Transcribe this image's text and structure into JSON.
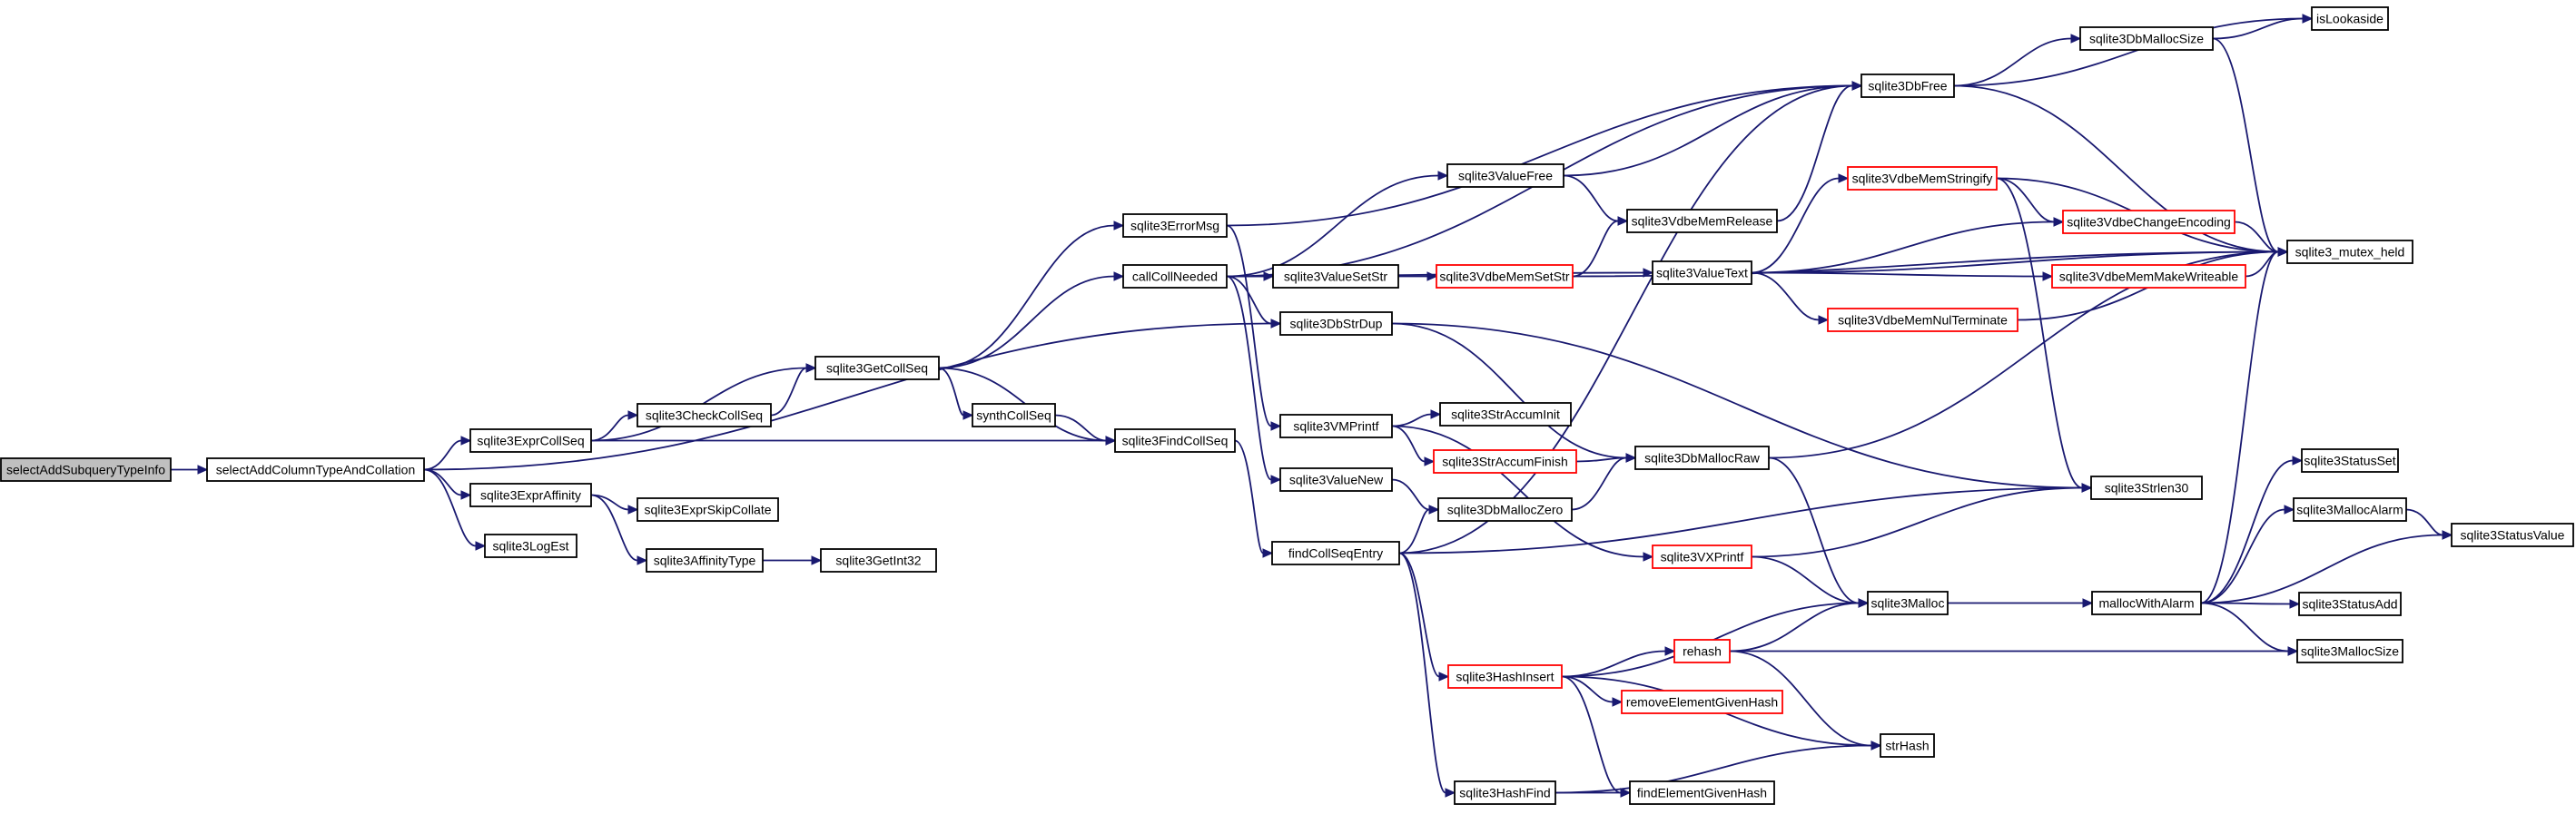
{
  "style": {
    "edge_color": "#191970",
    "node_fill": "#ffffff",
    "selected_fill": "#bfbfbf",
    "normal_border": "#000000",
    "truncated_border": "#ff0000"
  },
  "nodes": [
    {
      "id": "selectAddSubqueryTypeInfo",
      "label": "selectAddSubqueryTypeInfo",
      "kind": "selected"
    },
    {
      "id": "selectAddColumnTypeAndCollation",
      "label": "selectAddColumnTypeAndCollation",
      "kind": "normal"
    },
    {
      "id": "sqlite3ExprCollSeq",
      "label": "sqlite3ExprCollSeq",
      "kind": "normal"
    },
    {
      "id": "sqlite3ExprAffinity",
      "label": "sqlite3ExprAffinity",
      "kind": "normal"
    },
    {
      "id": "sqlite3LogEst",
      "label": "sqlite3LogEst",
      "kind": "normal"
    },
    {
      "id": "sqlite3CheckCollSeq",
      "label": "sqlite3CheckCollSeq",
      "kind": "normal"
    },
    {
      "id": "sqlite3ExprSkipCollate",
      "label": "sqlite3ExprSkipCollate",
      "kind": "normal"
    },
    {
      "id": "sqlite3AffinityType",
      "label": "sqlite3AffinityType",
      "kind": "normal"
    },
    {
      "id": "sqlite3GetInt32",
      "label": "sqlite3GetInt32",
      "kind": "normal"
    },
    {
      "id": "sqlite3GetCollSeq",
      "label": "sqlite3GetCollSeq",
      "kind": "normal"
    },
    {
      "id": "synthCollSeq",
      "label": "synthCollSeq",
      "kind": "normal"
    },
    {
      "id": "sqlite3FindCollSeq",
      "label": "sqlite3FindCollSeq",
      "kind": "normal"
    },
    {
      "id": "sqlite3ErrorMsg",
      "label": "sqlite3ErrorMsg",
      "kind": "normal"
    },
    {
      "id": "callCollNeeded",
      "label": "callCollNeeded",
      "kind": "normal"
    },
    {
      "id": "sqlite3ValueSetStr",
      "label": "sqlite3ValueSetStr",
      "kind": "normal"
    },
    {
      "id": "sqlite3DbStrDup",
      "label": "sqlite3DbStrDup",
      "kind": "normal"
    },
    {
      "id": "sqlite3VMPrintf",
      "label": "sqlite3VMPrintf",
      "kind": "normal"
    },
    {
      "id": "sqlite3ValueNew",
      "label": "sqlite3ValueNew",
      "kind": "normal"
    },
    {
      "id": "findCollSeqEntry",
      "label": "findCollSeqEntry",
      "kind": "normal"
    },
    {
      "id": "sqlite3ValueFree",
      "label": "sqlite3ValueFree",
      "kind": "normal"
    },
    {
      "id": "sqlite3VdbeMemSetStr",
      "label": "sqlite3VdbeMemSetStr",
      "kind": "truncated"
    },
    {
      "id": "sqlite3StrAccumInit",
      "label": "sqlite3StrAccumInit",
      "kind": "normal"
    },
    {
      "id": "sqlite3StrAccumFinish",
      "label": "sqlite3StrAccumFinish",
      "kind": "truncated"
    },
    {
      "id": "sqlite3DbMallocZero",
      "label": "sqlite3DbMallocZero",
      "kind": "normal"
    },
    {
      "id": "sqlite3HashInsert",
      "label": "sqlite3HashInsert",
      "kind": "truncated"
    },
    {
      "id": "sqlite3HashFind",
      "label": "sqlite3HashFind",
      "kind": "normal"
    },
    {
      "id": "sqlite3DbFree",
      "label": "sqlite3DbFree",
      "kind": "normal"
    },
    {
      "id": "sqlite3VdbeMemRelease",
      "label": "sqlite3VdbeMemRelease",
      "kind": "normal"
    },
    {
      "id": "sqlite3ValueText",
      "label": "sqlite3ValueText",
      "kind": "normal"
    },
    {
      "id": "sqlite3DbMallocRaw",
      "label": "sqlite3DbMallocRaw",
      "kind": "normal"
    },
    {
      "id": "sqlite3VXPrintf",
      "label": "sqlite3VXPrintf",
      "kind": "truncated"
    },
    {
      "id": "rehash",
      "label": "rehash",
      "kind": "truncated"
    },
    {
      "id": "removeElementGivenHash",
      "label": "removeElementGivenHash",
      "kind": "truncated"
    },
    {
      "id": "findElementGivenHash",
      "label": "findElementGivenHash",
      "kind": "normal"
    },
    {
      "id": "sqlite3VdbeMemStringify",
      "label": "sqlite3VdbeMemStringify",
      "kind": "truncated"
    },
    {
      "id": "sqlite3VdbeMemNulTerminate",
      "label": "sqlite3VdbeMemNulTerminate",
      "kind": "truncated"
    },
    {
      "id": "sqlite3Malloc",
      "label": "sqlite3Malloc",
      "kind": "normal"
    },
    {
      "id": "strHash",
      "label": "strHash",
      "kind": "normal"
    },
    {
      "id": "sqlite3DbMallocSize",
      "label": "sqlite3DbMallocSize",
      "kind": "normal"
    },
    {
      "id": "sqlite3VdbeChangeEncoding",
      "label": "sqlite3VdbeChangeEncoding",
      "kind": "truncated"
    },
    {
      "id": "sqlite3VdbeMemMakeWriteable",
      "label": "sqlite3VdbeMemMakeWriteable",
      "kind": "truncated"
    },
    {
      "id": "sqlite3Strlen30",
      "label": "sqlite3Strlen30",
      "kind": "normal"
    },
    {
      "id": "mallocWithAlarm",
      "label": "mallocWithAlarm",
      "kind": "normal"
    },
    {
      "id": "isLookaside",
      "label": "isLookaside",
      "kind": "normal"
    },
    {
      "id": "sqlite3_mutex_held",
      "label": "sqlite3_mutex_held",
      "kind": "normal"
    },
    {
      "id": "sqlite3StatusSet",
      "label": "sqlite3StatusSet",
      "kind": "normal"
    },
    {
      "id": "sqlite3MallocAlarm",
      "label": "sqlite3MallocAlarm",
      "kind": "normal"
    },
    {
      "id": "sqlite3StatusAdd",
      "label": "sqlite3StatusAdd",
      "kind": "normal"
    },
    {
      "id": "sqlite3MallocSize",
      "label": "sqlite3MallocSize",
      "kind": "normal"
    },
    {
      "id": "sqlite3StatusValue",
      "label": "sqlite3StatusValue",
      "kind": "normal"
    }
  ],
  "edges": [
    [
      "selectAddSubqueryTypeInfo",
      "selectAddColumnTypeAndCollation"
    ],
    [
      "selectAddColumnTypeAndCollation",
      "sqlite3ExprCollSeq"
    ],
    [
      "selectAddColumnTypeAndCollation",
      "sqlite3ExprAffinity"
    ],
    [
      "selectAddColumnTypeAndCollation",
      "sqlite3LogEst"
    ],
    [
      "selectAddColumnTypeAndCollation",
      "sqlite3DbStrDup"
    ],
    [
      "sqlite3ExprCollSeq",
      "sqlite3GetCollSeq"
    ],
    [
      "sqlite3ExprCollSeq",
      "sqlite3CheckCollSeq"
    ],
    [
      "sqlite3ExprCollSeq",
      "sqlite3FindCollSeq"
    ],
    [
      "sqlite3CheckCollSeq",
      "sqlite3GetCollSeq"
    ],
    [
      "sqlite3ExprAffinity",
      "sqlite3ExprSkipCollate"
    ],
    [
      "sqlite3ExprAffinity",
      "sqlite3AffinityType"
    ],
    [
      "sqlite3AffinityType",
      "sqlite3GetInt32"
    ],
    [
      "sqlite3GetCollSeq",
      "sqlite3ErrorMsg"
    ],
    [
      "sqlite3GetCollSeq",
      "callCollNeeded"
    ],
    [
      "sqlite3GetCollSeq",
      "synthCollSeq"
    ],
    [
      "sqlite3GetCollSeq",
      "sqlite3FindCollSeq"
    ],
    [
      "synthCollSeq",
      "sqlite3FindCollSeq"
    ],
    [
      "sqlite3FindCollSeq",
      "findCollSeqEntry"
    ],
    [
      "sqlite3ErrorMsg",
      "sqlite3DbFree"
    ],
    [
      "sqlite3ErrorMsg",
      "sqlite3VMPrintf"
    ],
    [
      "callCollNeeded",
      "sqlite3DbFree"
    ],
    [
      "callCollNeeded",
      "sqlite3ValueFree"
    ],
    [
      "callCollNeeded",
      "sqlite3ValueSetStr"
    ],
    [
      "callCollNeeded",
      "sqlite3ValueText"
    ],
    [
      "callCollNeeded",
      "sqlite3DbStrDup"
    ],
    [
      "callCollNeeded",
      "sqlite3ValueNew"
    ],
    [
      "sqlite3ValueSetStr",
      "sqlite3VdbeMemSetStr"
    ],
    [
      "sqlite3DbStrDup",
      "sqlite3DbMallocRaw"
    ],
    [
      "sqlite3DbStrDup",
      "sqlite3Strlen30"
    ],
    [
      "sqlite3VMPrintf",
      "sqlite3StrAccumInit"
    ],
    [
      "sqlite3VMPrintf",
      "sqlite3StrAccumFinish"
    ],
    [
      "sqlite3VMPrintf",
      "sqlite3VXPrintf"
    ],
    [
      "sqlite3ValueNew",
      "sqlite3DbMallocZero"
    ],
    [
      "findCollSeqEntry",
      "sqlite3DbFree"
    ],
    [
      "findCollSeqEntry",
      "sqlite3DbMallocZero"
    ],
    [
      "findCollSeqEntry",
      "sqlite3Strlen30"
    ],
    [
      "findCollSeqEntry",
      "sqlite3HashInsert"
    ],
    [
      "findCollSeqEntry",
      "sqlite3HashFind"
    ],
    [
      "sqlite3ValueFree",
      "sqlite3DbFree"
    ],
    [
      "sqlite3ValueFree",
      "sqlite3VdbeMemRelease"
    ],
    [
      "sqlite3VdbeMemSetStr",
      "sqlite3VdbeMemRelease"
    ],
    [
      "sqlite3VdbeMemSetStr",
      "sqlite3_mutex_held"
    ],
    [
      "sqlite3StrAccumFinish",
      "sqlite3DbMallocRaw"
    ],
    [
      "sqlite3DbMallocZero",
      "sqlite3DbMallocRaw"
    ],
    [
      "sqlite3HashInsert",
      "sqlite3Malloc"
    ],
    [
      "sqlite3HashInsert",
      "rehash"
    ],
    [
      "sqlite3HashInsert",
      "removeElementGivenHash"
    ],
    [
      "sqlite3HashInsert",
      "strHash"
    ],
    [
      "sqlite3HashInsert",
      "findElementGivenHash"
    ],
    [
      "sqlite3HashFind",
      "findElementGivenHash"
    ],
    [
      "sqlite3HashFind",
      "strHash"
    ],
    [
      "sqlite3VdbeMemRelease",
      "sqlite3DbFree"
    ],
    [
      "sqlite3ValueText",
      "sqlite3VdbeMemStringify"
    ],
    [
      "sqlite3ValueText",
      "sqlite3_mutex_held"
    ],
    [
      "sqlite3ValueText",
      "sqlite3VdbeChangeEncoding"
    ],
    [
      "sqlite3ValueText",
      "sqlite3VdbeMemMakeWriteable"
    ],
    [
      "sqlite3ValueText",
      "sqlite3VdbeMemNulTerminate"
    ],
    [
      "sqlite3DbMallocRaw",
      "sqlite3Malloc"
    ],
    [
      "sqlite3DbMallocRaw",
      "sqlite3_mutex_held"
    ],
    [
      "sqlite3VXPrintf",
      "sqlite3Malloc"
    ],
    [
      "sqlite3VXPrintf",
      "sqlite3Strlen30"
    ],
    [
      "rehash",
      "sqlite3Malloc"
    ],
    [
      "rehash",
      "strHash"
    ],
    [
      "rehash",
      "sqlite3MallocSize"
    ],
    [
      "sqlite3VdbeMemStringify",
      "sqlite3_mutex_held"
    ],
    [
      "sqlite3VdbeMemStringify",
      "sqlite3VdbeChangeEncoding"
    ],
    [
      "sqlite3VdbeMemStringify",
      "sqlite3Strlen30"
    ],
    [
      "sqlite3VdbeMemNulTerminate",
      "sqlite3_mutex_held"
    ],
    [
      "sqlite3Malloc",
      "mallocWithAlarm"
    ],
    [
      "sqlite3DbFree",
      "sqlite3DbMallocSize"
    ],
    [
      "sqlite3DbFree",
      "isLookaside"
    ],
    [
      "sqlite3DbFree",
      "sqlite3_mutex_held"
    ],
    [
      "sqlite3DbMallocSize",
      "isLookaside"
    ],
    [
      "sqlite3DbMallocSize",
      "sqlite3_mutex_held"
    ],
    [
      "sqlite3VdbeChangeEncoding",
      "sqlite3_mutex_held"
    ],
    [
      "sqlite3VdbeMemMakeWriteable",
      "sqlite3_mutex_held"
    ],
    [
      "mallocWithAlarm",
      "sqlite3_mutex_held"
    ],
    [
      "mallocWithAlarm",
      "sqlite3StatusSet"
    ],
    [
      "mallocWithAlarm",
      "sqlite3MallocAlarm"
    ],
    [
      "mallocWithAlarm",
      "sqlite3StatusValue"
    ],
    [
      "mallocWithAlarm",
      "sqlite3StatusAdd"
    ],
    [
      "mallocWithAlarm",
      "sqlite3MallocSize"
    ],
    [
      "sqlite3MallocAlarm",
      "sqlite3StatusValue"
    ]
  ]
}
